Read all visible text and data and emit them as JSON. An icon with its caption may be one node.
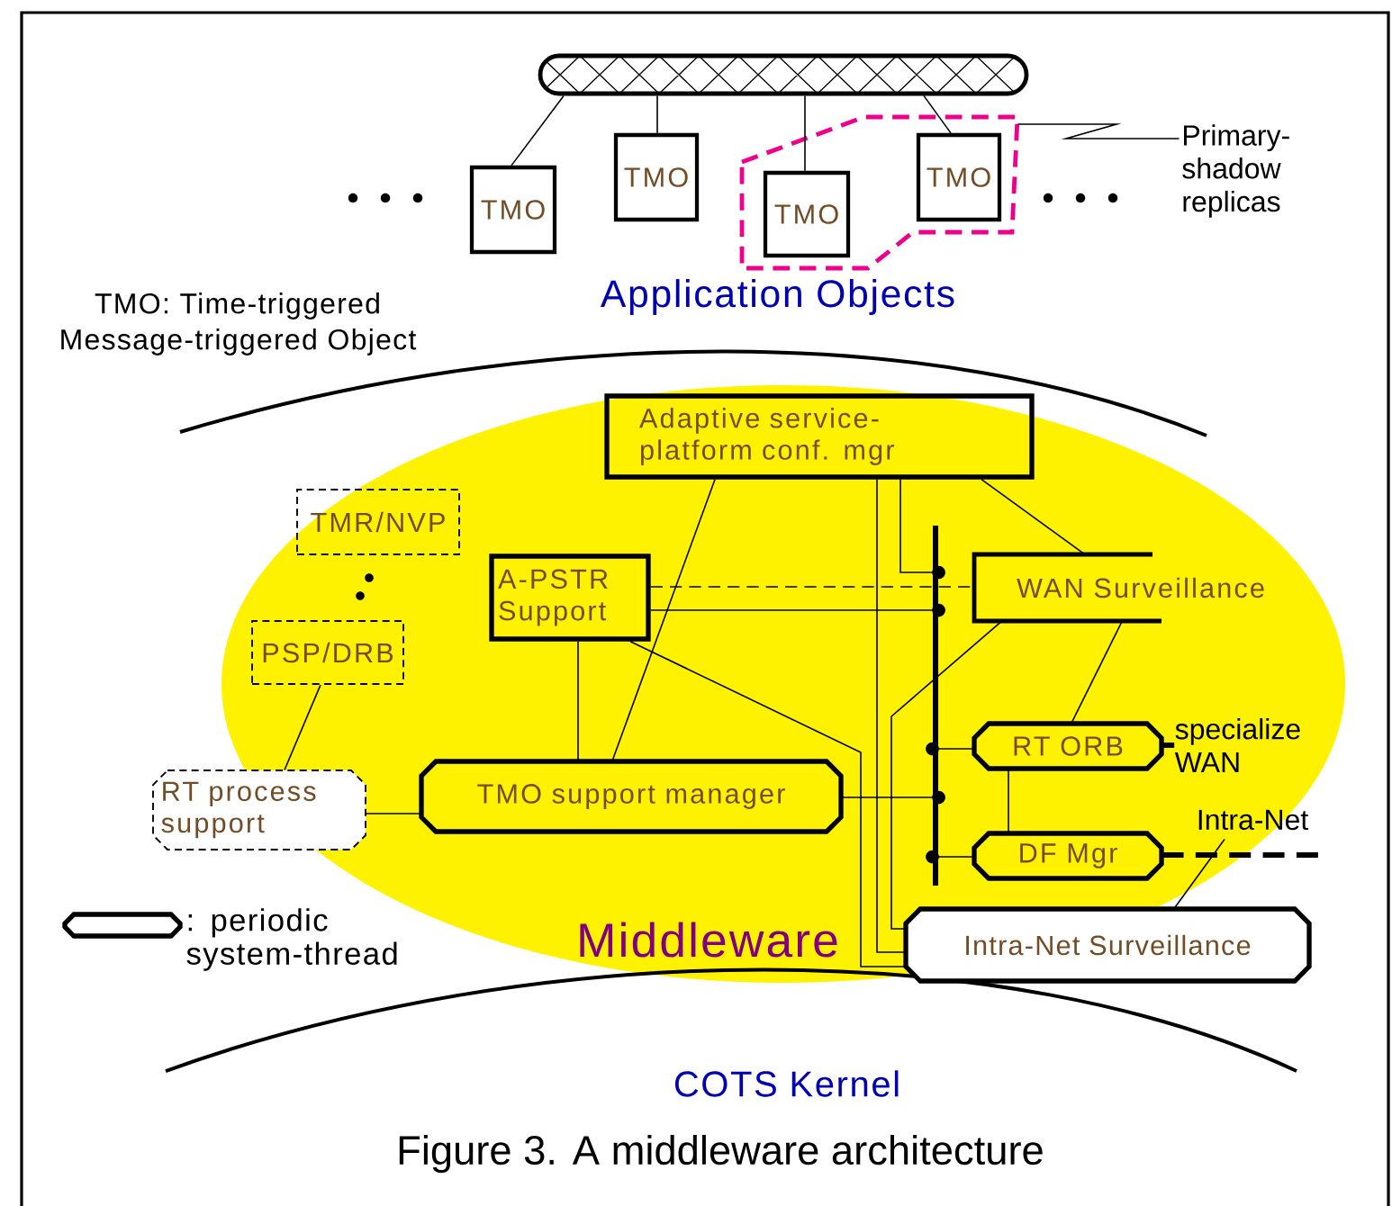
{
  "diagram": {
    "caption": "Figure 3. A middleware architecture",
    "nodes": [
      {
        "text": [],
        "shape": "bar"
      },
      {
        "text": [
          "TMO"
        ]
      },
      {
        "text": [
          "TMO"
        ]
      },
      {
        "text": [],
        "shape": "box"
      },
      {
        "text": [
          "TMO"
        ],
        "in": 3
      },
      {
        "text": [
          "TMO"
        ],
        "in": 3
      },
      {
        "text": [
          "Primary- shadow replicas"
        ]
      },
      {
        "text": [
          "Adaptive service- platform conf. mgr"
        ]
      },
      {
        "text": [
          "TMR/NVP"
        ]
      },
      {
        "text": [
          "PSP/DRB"
        ]
      },
      {
        "text": [
          "A-PSTR Support"
        ]
      },
      {
        "text": [
          "WAN Surveillance"
        ]
      },
      {
        "text": [
          "RT process support"
        ]
      },
      {
        "text": [
          "TMO support manager"
        ]
      },
      {
        "text": [],
        "shape": "bar"
      },
      {
        "text": [
          "RT ORB"
        ]
      },
      {
        "text": [
          "DF Mgr"
        ]
      },
      {
        "text": [
          "Intra-Net Surveillance"
        ]
      },
      {
        "text": [
          "specialize WAN"
        ]
      },
      {
        "text": [
          "Intra-Net"
        ]
      }
    ],
    "edges": [
      {
        "from": 0,
        "to": 1,
        "arrow": "none"
      },
      {
        "from": 0,
        "to": 2,
        "arrow": "none"
      },
      {
        "from": 0,
        "to": 4,
        "arrow": "none"
      },
      {
        "from": 0,
        "to": 5,
        "arrow": "none"
      },
      {
        "from": 6,
        "to": 3,
        "arrow": "none"
      },
      {
        "from": 7,
        "to": 13,
        "arrow": "none"
      },
      {
        "from": 7,
        "to": 11,
        "arrow": "none"
      },
      {
        "from": 7,
        "to": 14,
        "arrow": "other"
      },
      {
        "from": 7,
        "to": 17,
        "arrow": "none"
      },
      {
        "from": 10,
        "to": 13,
        "arrow": "none"
      },
      {
        "from": 10,
        "to": 11,
        "arrow": "none",
        "style": "dashed"
      },
      {
        "from": 10,
        "to": 14,
        "arrow": "other"
      },
      {
        "from": 10,
        "to": 17,
        "arrow": "none"
      },
      {
        "from": 11,
        "to": 15,
        "arrow": "none"
      },
      {
        "from": 11,
        "to": 17,
        "arrow": "none"
      },
      {
        "from": 12,
        "to": 9,
        "arrow": "none"
      },
      {
        "from": 12,
        "to": 13,
        "arrow": "none"
      },
      {
        "from": 13,
        "to": 14,
        "arrow": "other"
      },
      {
        "from": 15,
        "to": 14,
        "arrow": "other"
      },
      {
        "from": 16,
        "to": 14,
        "arrow": "other"
      },
      {
        "from": 15,
        "to": 16,
        "arrow": "none"
      },
      {
        "from": 15,
        "to": 18,
        "arrow": "none",
        "style": "dashed"
      },
      {
        "from": 16,
        "to": 19,
        "arrow": "none",
        "style": "dashed"
      },
      {
        "from": 19,
        "to": 17,
        "arrow": "none"
      }
    ],
    "labels": [
      "TMO: Time-triggered Message-triggered Object",
      "Application Objects",
      "Middleware",
      "COTS Kernel"
    ],
    "legend": [
      {
        "text": ": periodic system-thread"
      }
    ]
  }
}
